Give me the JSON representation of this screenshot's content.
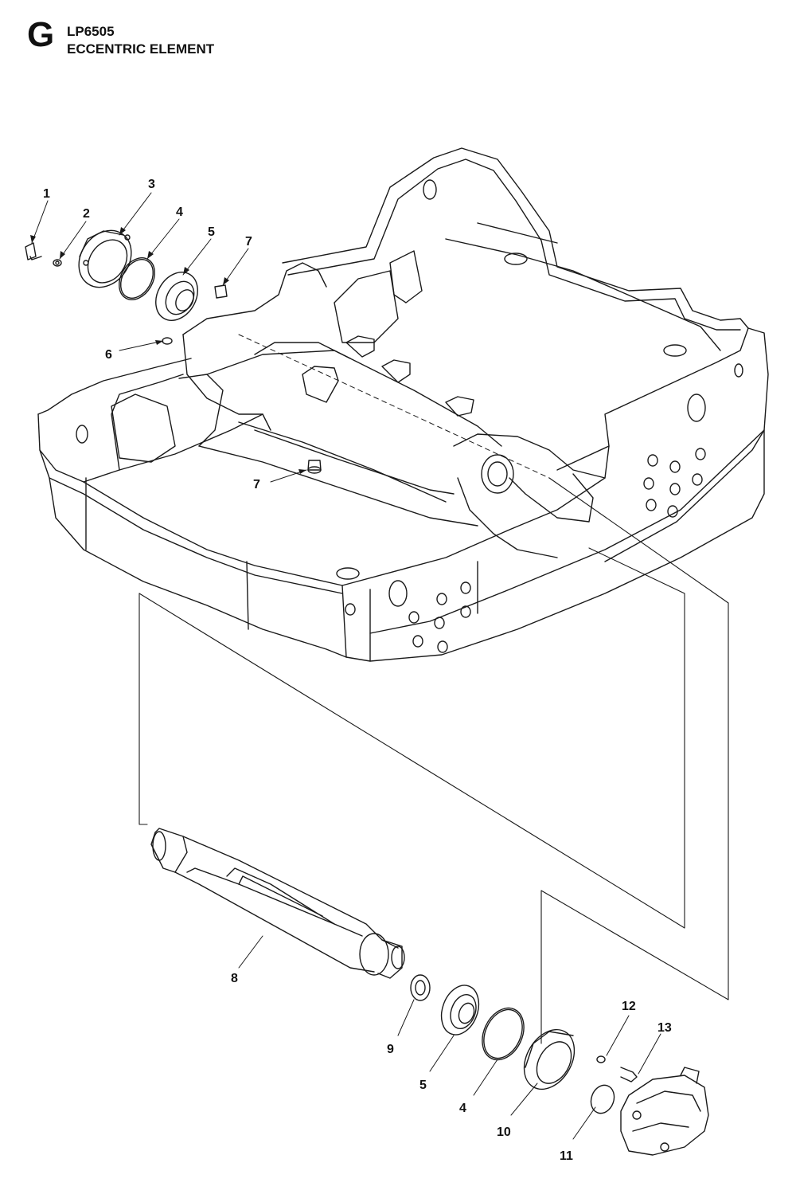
{
  "header": {
    "section_letter": "G",
    "model": "LP6505",
    "title": "ECCENTRIC ELEMENT"
  },
  "callouts": [
    {
      "id": "c1",
      "label": "1"
    },
    {
      "id": "c2",
      "label": "2"
    },
    {
      "id": "c3",
      "label": "3"
    },
    {
      "id": "c4a",
      "label": "4"
    },
    {
      "id": "c5a",
      "label": "5"
    },
    {
      "id": "c7a",
      "label": "7"
    },
    {
      "id": "c6",
      "label": "6"
    },
    {
      "id": "c7b",
      "label": "7"
    },
    {
      "id": "c8",
      "label": "8"
    },
    {
      "id": "c9",
      "label": "9"
    },
    {
      "id": "c5b",
      "label": "5"
    },
    {
      "id": "c4b",
      "label": "4"
    },
    {
      "id": "c10",
      "label": "10"
    },
    {
      "id": "c11",
      "label": "11"
    },
    {
      "id": "c12",
      "label": "12"
    },
    {
      "id": "c13",
      "label": "13"
    }
  ],
  "colors": {
    "line": "#1a1a1a",
    "fill": "#ffffff"
  }
}
